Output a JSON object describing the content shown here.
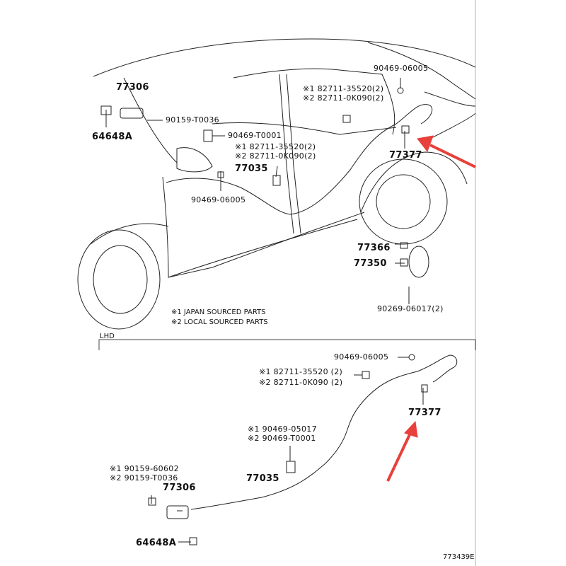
{
  "labels": {
    "p77306_top": "77306",
    "p64648a_top": "64648A",
    "p90159_top": "90159-T0036",
    "p90469_t0001_top": "90469-T0001",
    "p82711_1_top": "※1 82711-35520(2)",
    "p82711_2_top": "※2 82711-0K090(2)",
    "p77035_top": "77035",
    "p90469_06005_mid": "90469-06005",
    "p90469_06005_top": "90469-06005",
    "p82711_1_upper": "※1 82711-35520(2)",
    "p82711_2_upper": "※2 82711-0K090(2)",
    "p77377_top": "77377",
    "p77366": "77366",
    "p77350": "77350",
    "p90269": "90269-06017(2)",
    "note1": "※1 JAPAN SOURCED PARTS",
    "note2": "※2 LOCAL SOURCED PARTS",
    "lhd": "LHD",
    "p90469_06005_bot": "90469-06005",
    "p82711_1_bot": "※1 82711-35520 (2)",
    "p82711_2_bot": "※2 82711-0K090 (2)",
    "p77377_bot": "77377",
    "p90469_05017": "※1 90469-05017",
    "p90469_t0001_bot": "※2 90469-T0001",
    "p90159_60602": "※1 90159-60602",
    "p90159_t0036_bot": "※2 90159-T0036",
    "p77306_bot": "77306",
    "p77035_bot": "77035",
    "p64648a_bot": "64648A",
    "figure_id": "773439E"
  },
  "colors": {
    "line": "#222222",
    "arrow": "#e8403a",
    "frame": "#d8d8d8"
  },
  "icons": [
    "red-arrow-icon"
  ]
}
